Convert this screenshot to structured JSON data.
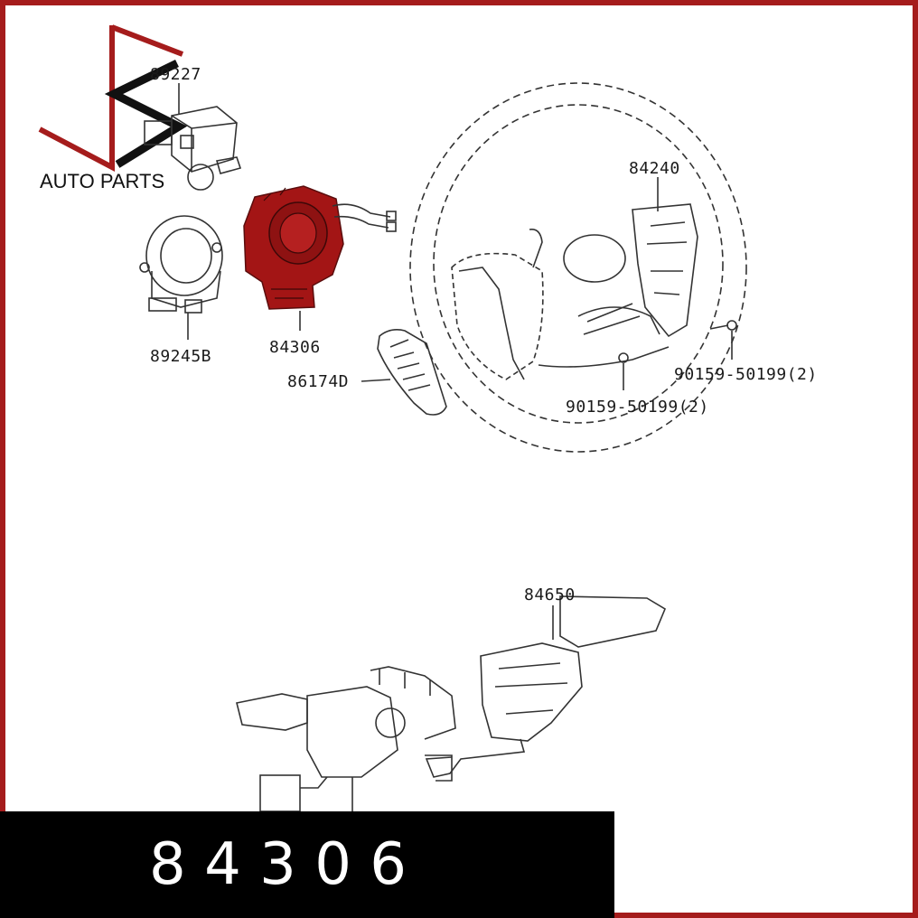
{
  "logo": {
    "text": "AUTO PARTS",
    "icon": "bs-logo-mark",
    "color_red": "#a51c1c",
    "color_black": "#111111"
  },
  "labels": {
    "p89227": "89227",
    "p89245B": "89245B",
    "p84306": "84306",
    "p86174D": "86174D",
    "p84240": "84240",
    "p90159_right": "90159-50199(2)",
    "p90159_left": "90159-50199(2)",
    "p84650": "84650"
  },
  "highlight": {
    "part": "84306",
    "color": "#a31515"
  },
  "banner": {
    "text": "8 4 3 0 6"
  },
  "frame_color": "#a51c1c"
}
